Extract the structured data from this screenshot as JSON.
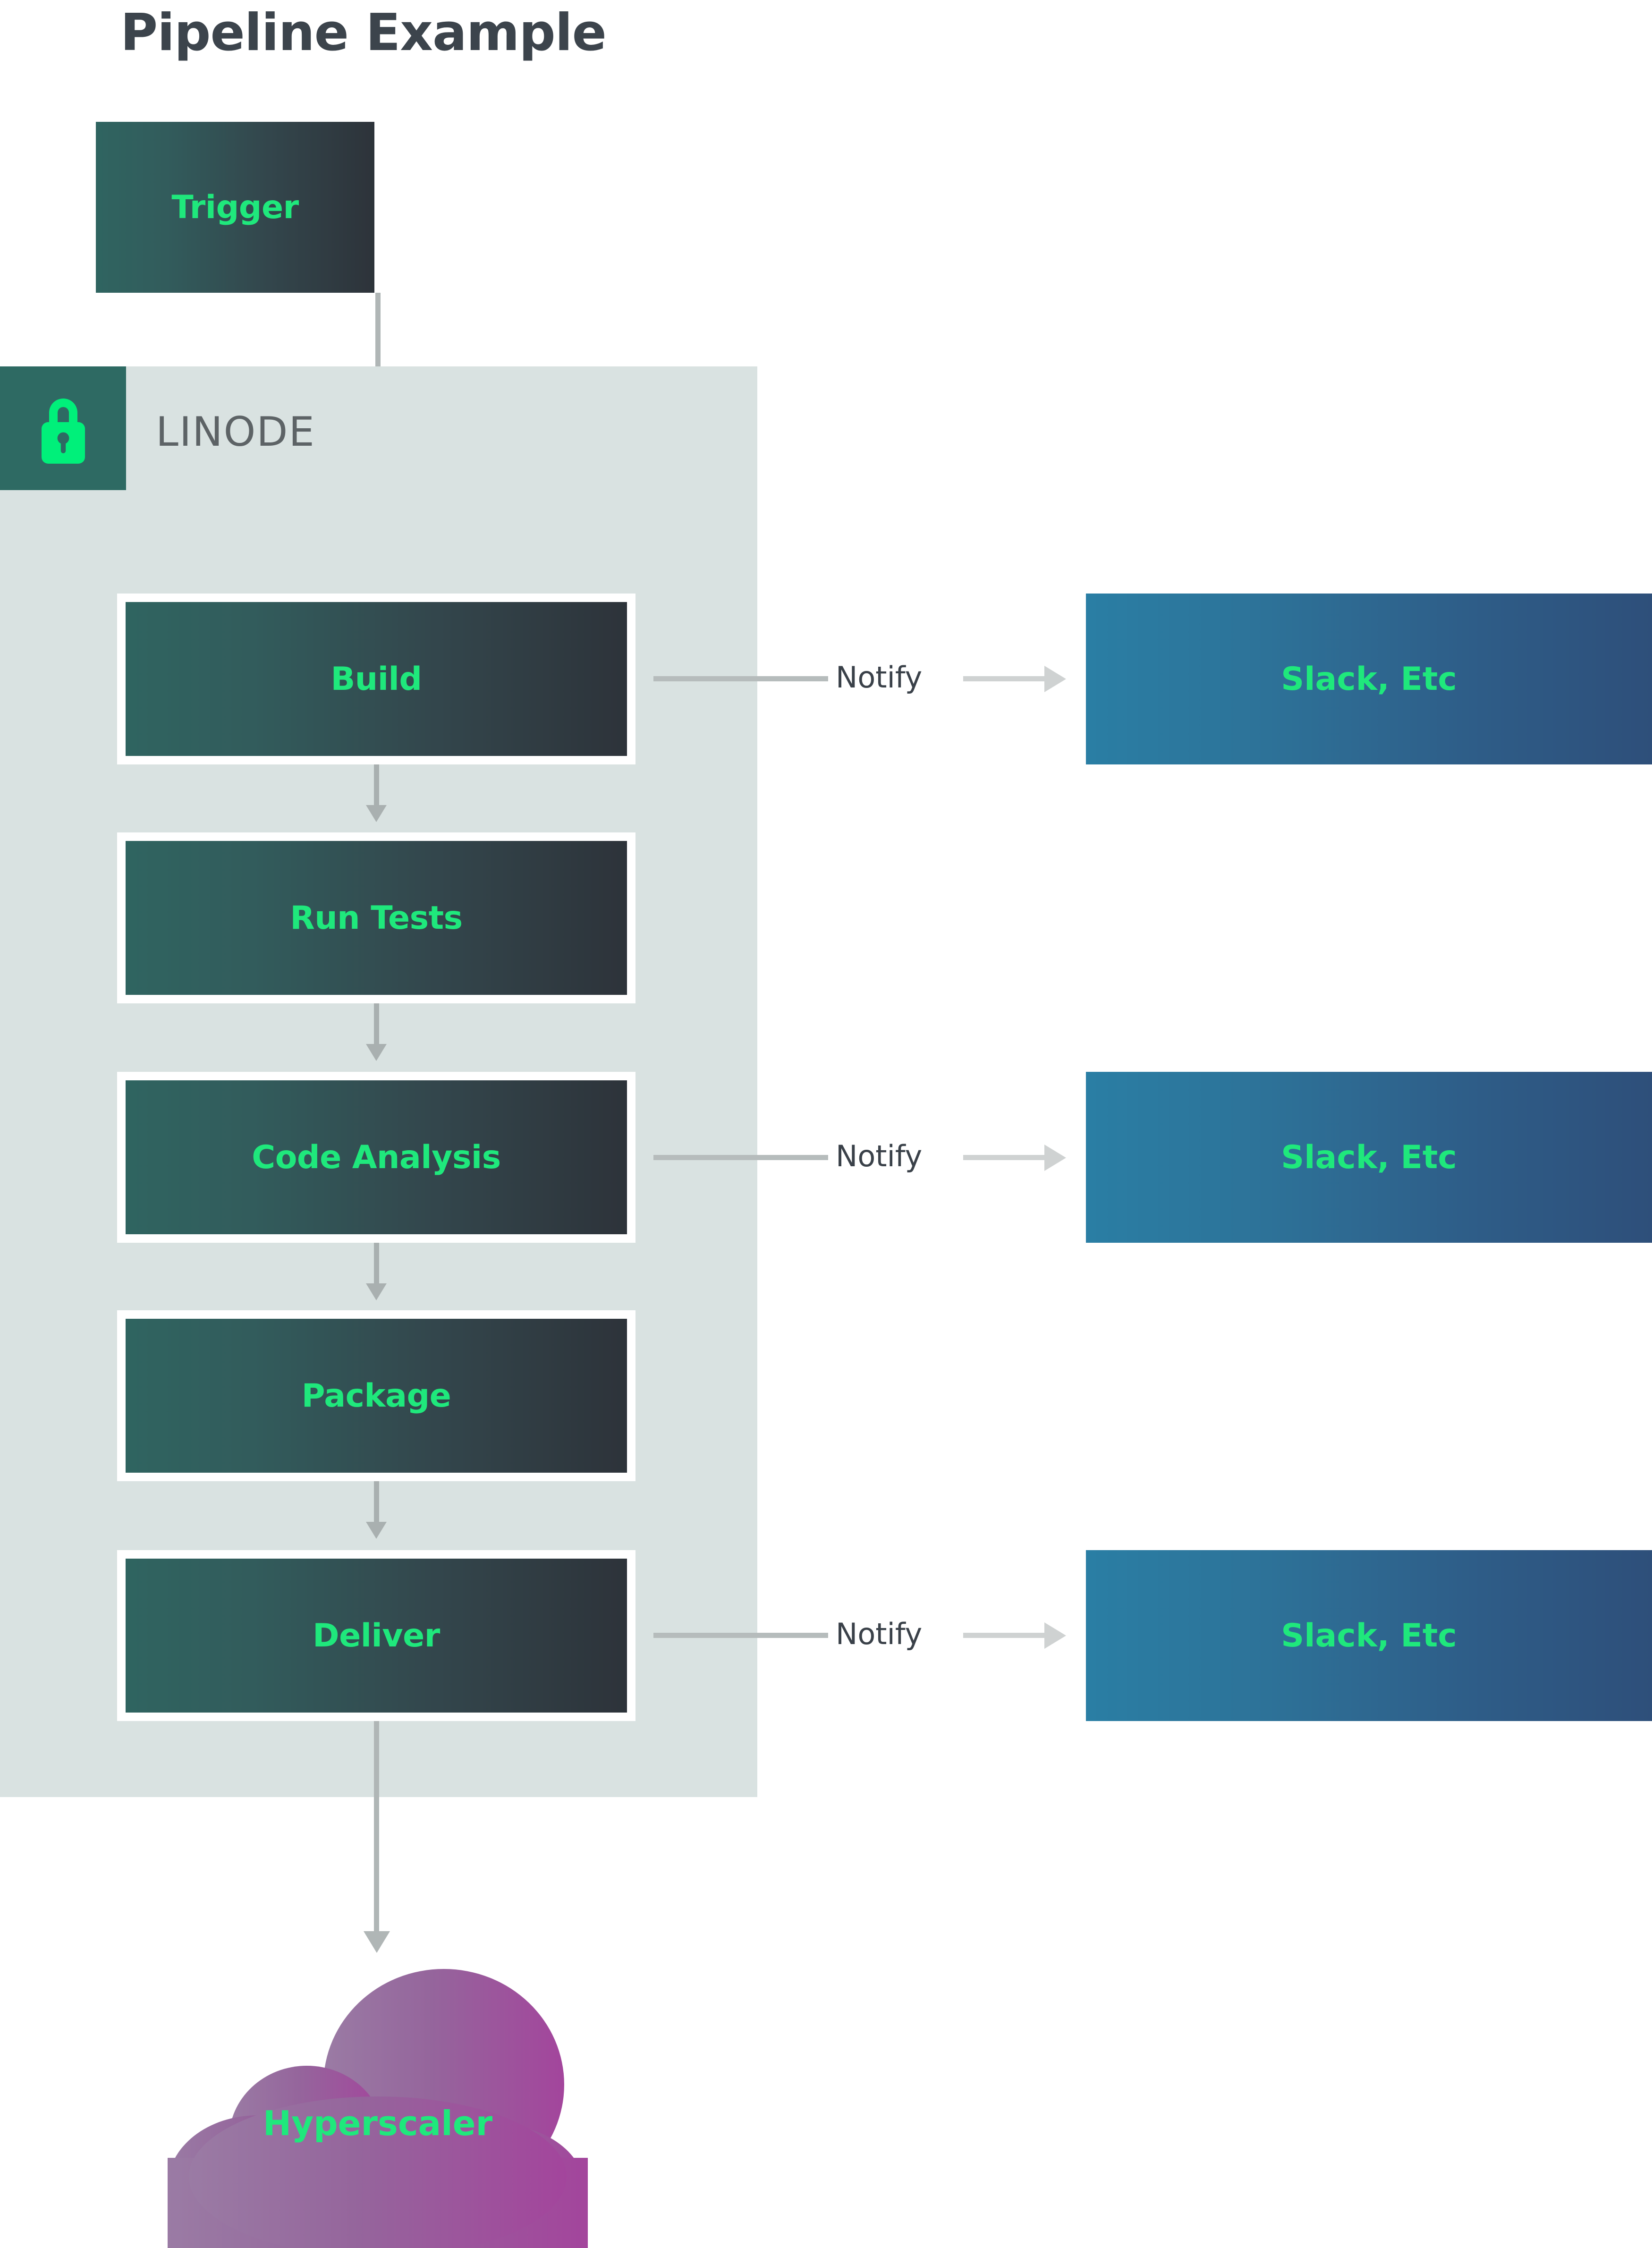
{
  "title": "Pipeline Example",
  "zone": {
    "label": "LINODE",
    "icon": "lock-icon",
    "badge_color": "#2e6a63",
    "icon_color": "#00f07a",
    "panel_color": "#d9e2e1"
  },
  "colors": {
    "accent_green": "#1fe87c",
    "title_gray": "#3c444c",
    "stage_gradient_from": "#2f6460",
    "stage_gradient_to": "#2d333a",
    "sink_gradient_from": "#2a7ea4",
    "sink_gradient_to": "#2e4f7a",
    "connector_gray": "#b0b6b6",
    "notify_text": "#3a4149",
    "cloud_from": "#9a6f9e",
    "cloud_to": "#a24f9c"
  },
  "trigger": {
    "label": "Trigger"
  },
  "stages": [
    {
      "label": "Build",
      "notify": true
    },
    {
      "label": "Run Tests",
      "notify": false
    },
    {
      "label": "Code Analysis",
      "notify": true
    },
    {
      "label": "Package",
      "notify": false
    },
    {
      "label": "Deliver",
      "notify": true
    }
  ],
  "notify": {
    "label": "Notify",
    "target_label": "Slack, Etc"
  },
  "sinks": [
    {
      "label": "Slack, Etc"
    },
    {
      "label": "Slack, Etc"
    },
    {
      "label": "Slack, Etc"
    }
  ],
  "cloud": {
    "label": "Hyperscaler"
  }
}
